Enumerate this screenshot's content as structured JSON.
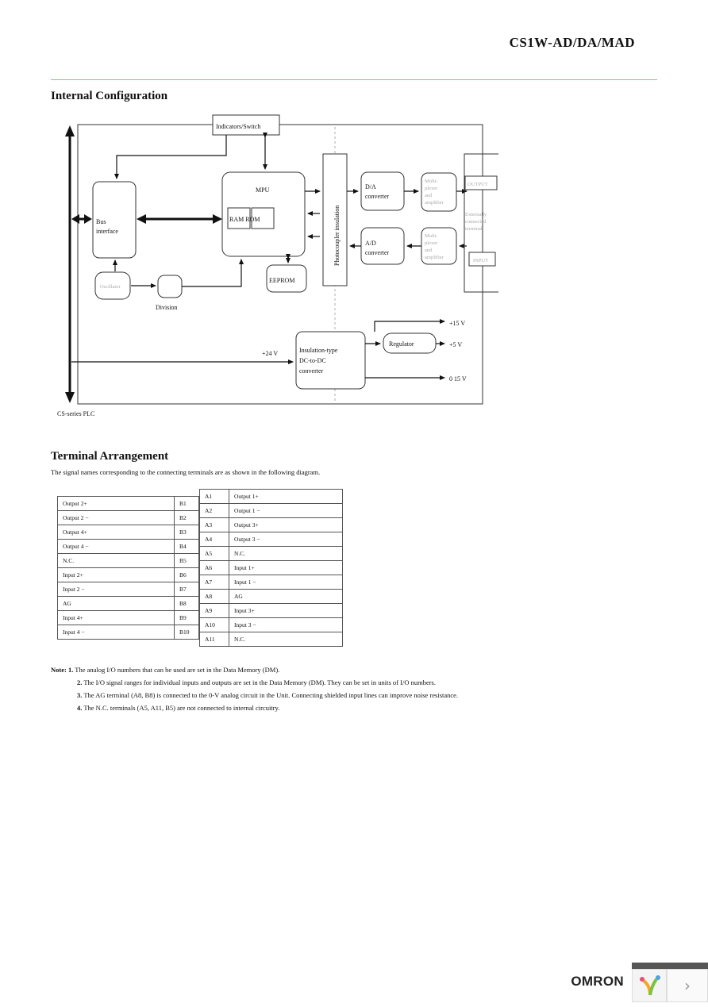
{
  "header": {
    "title": "CS1W-AD/DA/MAD"
  },
  "sections": {
    "internal_config": "Internal Configuration",
    "terminal_arrangement": "Terminal Arrangement"
  },
  "diagram": {
    "indicators_switch": "Indicators/Switch",
    "bus_interface_1": "Bus",
    "bus_interface_2": "interface",
    "mpu": "MPU",
    "ram_rom": "RAM ROM",
    "eeprom": "EEPROM",
    "oscillator": "Oscillator",
    "division": "Division",
    "photocoupler": "Photocoupler insulation",
    "da_1": "D/A",
    "da_2": "converter",
    "ad_1": "A/D",
    "ad_2": "converter",
    "mux_top": [
      "Multi-",
      "plexer",
      "and",
      "amplifier"
    ],
    "mux_bottom": [
      "Multi-",
      "plexer",
      "and",
      "amplifier"
    ],
    "output": "OUTPUT",
    "input": "INPUT",
    "external": [
      "Externally",
      "connected",
      "terminal"
    ],
    "dcdc": [
      "Insulation-type",
      "DC-to-DC",
      "converter"
    ],
    "regulator": "Regulator",
    "v_in": "+24 V",
    "v_15p": "+15 V",
    "v_5": "+5 V",
    "v_15n": "0 15 V",
    "plc": "CS-series PLC"
  },
  "terminal": {
    "intro": "The signal names corresponding to the connecting terminals are as shown in the following diagram.",
    "b_rows": [
      {
        "name": "Output 2+",
        "pin": "B1"
      },
      {
        "name": "Output 2 −",
        "pin": "B2"
      },
      {
        "name": "Output 4+",
        "pin": "B3"
      },
      {
        "name": "Output 4 −",
        "pin": "B4"
      },
      {
        "name": "N.C.",
        "pin": "B5"
      },
      {
        "name": "Input 2+",
        "pin": "B6"
      },
      {
        "name": "Input 2 −",
        "pin": "B7"
      },
      {
        "name": "AG",
        "pin": "B8"
      },
      {
        "name": "Input 4+",
        "pin": "B9"
      },
      {
        "name": "Input 4 −",
        "pin": "B10"
      }
    ],
    "a_rows": [
      {
        "pin": "A1",
        "name": "Output 1+"
      },
      {
        "pin": "A2",
        "name": "Output 1 −"
      },
      {
        "pin": "A3",
        "name": "Output 3+"
      },
      {
        "pin": "A4",
        "name": "Output 3 −"
      },
      {
        "pin": "A5",
        "name": "N.C."
      },
      {
        "pin": "A6",
        "name": "Input 1+"
      },
      {
        "pin": "A7",
        "name": "Input 1 −"
      },
      {
        "pin": "A8",
        "name": "AG"
      },
      {
        "pin": "A9",
        "name": "Input 3+"
      },
      {
        "pin": "A10",
        "name": "Input 3 −"
      },
      {
        "pin": "A11",
        "name": "N.C."
      }
    ]
  },
  "notes": {
    "label": "Note: ",
    "items": [
      {
        "num": "1.",
        "text": " The analog I/O numbers that can be used are set in the Data Memory (DM)."
      },
      {
        "num": "2.",
        "text": " The I/O signal ranges for individual inputs and outputs are set in the Data Memory (DM). They can be set in units of I/O numbers."
      },
      {
        "num": "3.",
        "text": " The AG terminal (A8, B8) is connected to the 0-V analog circuit in the Unit. Connecting shielded input lines can improve noise resistance."
      },
      {
        "num": "4.",
        "text": " The N.C. terminals (A5, A11, B5) are not connected to internal circuitry."
      }
    ]
  },
  "footer": {
    "logo": "OMRON",
    "next": "›"
  },
  "colors": {
    "rule": "#6fd36f",
    "grey_text": "#aaaaaa"
  }
}
